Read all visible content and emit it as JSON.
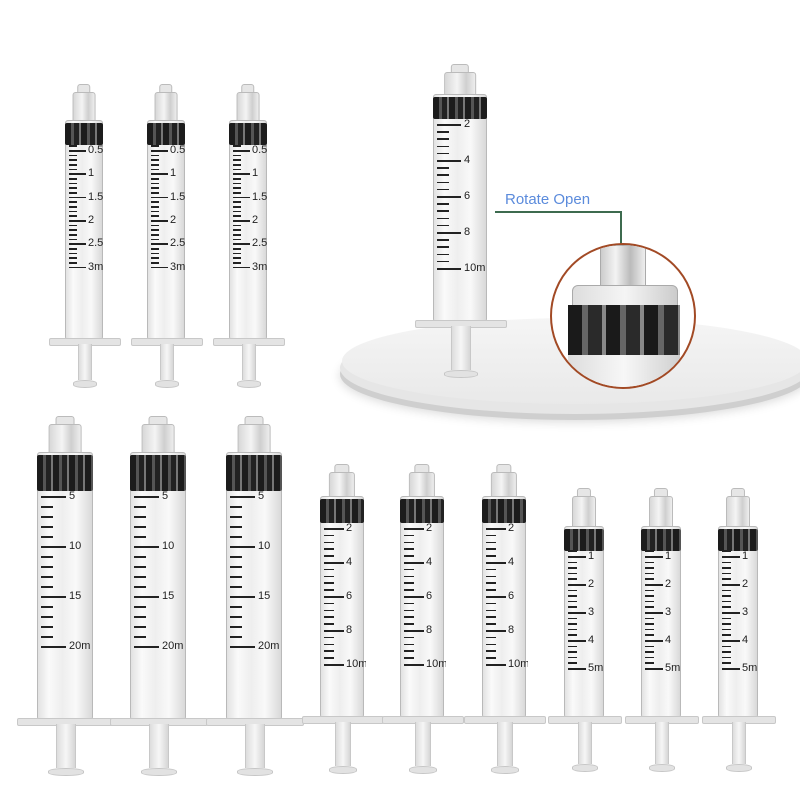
{
  "product": {
    "description": "Luer lock syringes assortment",
    "callout": {
      "text": "Rotate Open",
      "text_color": "#5b8bdc",
      "line_color": "#3d6b4f",
      "circle_color": "#a24a25"
    }
  },
  "syringes": {
    "s3ml": {
      "capacity": "3ml",
      "count": 3,
      "labels": [
        "0.5",
        "1",
        "1.5",
        "2",
        "2.5",
        "3m"
      ]
    },
    "s10ml_feature": {
      "capacity": "10ml",
      "labels": [
        "2",
        "4",
        "6",
        "8",
        "10m"
      ]
    },
    "s20ml": {
      "capacity": "20ml",
      "count": 3,
      "labels": [
        "5",
        "10",
        "15",
        "20m"
      ]
    },
    "s10ml": {
      "capacity": "10ml",
      "count": 3,
      "labels": [
        "2",
        "4",
        "6",
        "8",
        "10m"
      ]
    },
    "s5ml": {
      "capacity": "5ml",
      "count": 3,
      "labels": [
        "1",
        "2",
        "3",
        "4",
        "5m"
      ]
    }
  }
}
